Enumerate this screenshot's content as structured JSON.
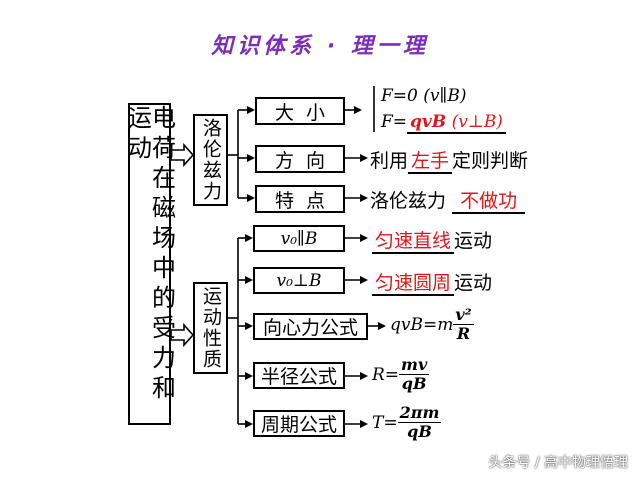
{
  "title": "知识体系 · 理一理",
  "root": {
    "text": "电荷在磁场中的受力和运动"
  },
  "lorentz": {
    "label": "洛伦兹力",
    "size": {
      "label": "大  小",
      "case1": {
        "expr": "F=0",
        "cond": "(v∥B)"
      },
      "case2": {
        "lhs": "F=",
        "expr": "qvB",
        "cond": "(v⊥B)"
      }
    },
    "direction": {
      "label": "方  向",
      "prefix": "利用",
      "blank": "左手",
      "suffix": "定则判断"
    },
    "feature": {
      "label": "特  点",
      "prefix": "洛伦兹力",
      "blank": "不做功"
    }
  },
  "motion": {
    "label": "运动性质",
    "parallel": {
      "label": "v₀∥B",
      "blank": "匀速直线",
      "suffix": "运动"
    },
    "perpendicular": {
      "label": "v₀⊥B",
      "blank": "匀速圆周",
      "suffix": "运动"
    },
    "centripetal": {
      "label": "向心力公式",
      "lhs": "qvB=m",
      "num": "v²",
      "den": "R"
    },
    "radius": {
      "label": "半径公式",
      "lhs": "R=",
      "num": "mv",
      "den": "qB"
    },
    "period": {
      "label": "周期公式",
      "lhs": "T=",
      "num": "2πm",
      "den": "qB"
    }
  },
  "watermark": "头条号 / 高中物理悟理"
}
